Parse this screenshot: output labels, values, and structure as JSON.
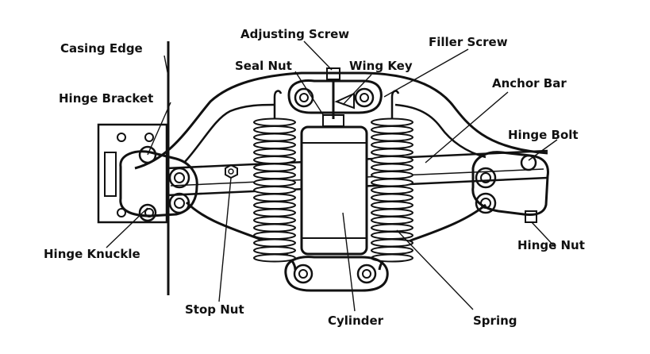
{
  "diagram": {
    "labels": {
      "adjusting_screw": "Adjusting Screw",
      "filler_screw": "Filler Screw",
      "casing_edge": "Casing Edge",
      "seal_nut": "Seal Nut",
      "wing_key": "Wing Key",
      "anchor_bar": "Anchor Bar",
      "hinge_bracket": "Hinge Bracket",
      "hinge_bolt": "Hinge Bolt",
      "hinge_knuckle": "Hinge Knuckle",
      "hinge_nut": "Hinge Nut",
      "stop_nut": "Stop Nut",
      "cylinder": "Cylinder",
      "spring": "Spring"
    },
    "colors": {
      "ink": "#111111",
      "background": "#ffffff"
    }
  }
}
